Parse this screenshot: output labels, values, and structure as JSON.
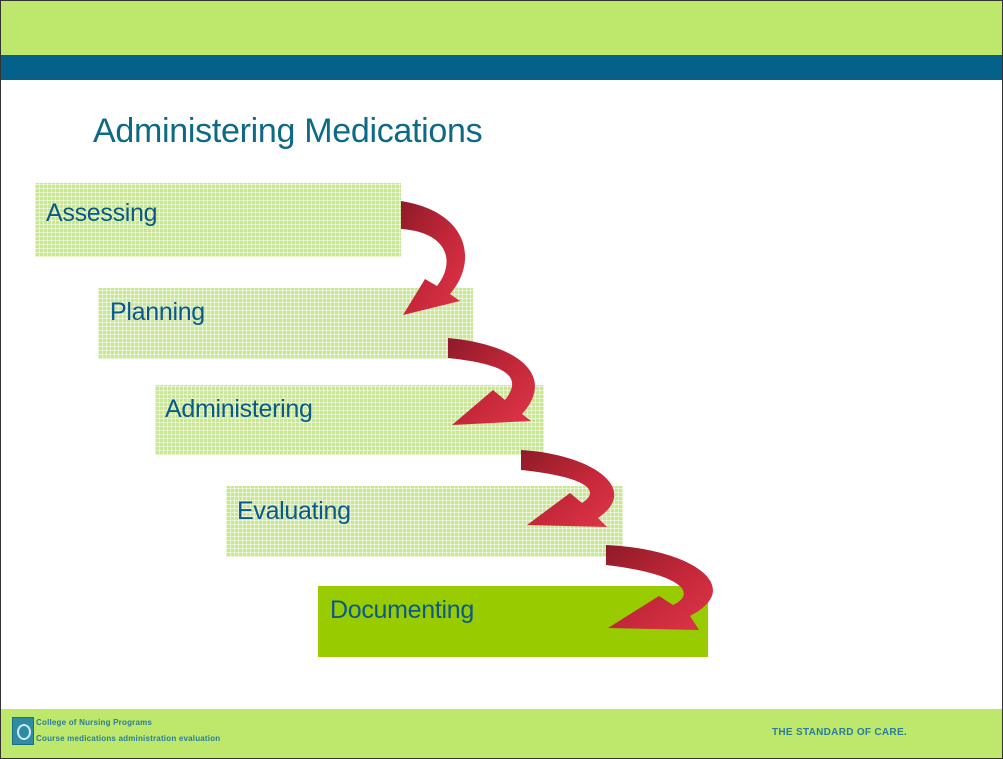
{
  "slide": {
    "title": "Administering Medications",
    "steps": [
      {
        "label": "Assessing"
      },
      {
        "label": "Planning"
      },
      {
        "label": "Administering"
      },
      {
        "label": "Evaluating"
      },
      {
        "label": "Documenting"
      }
    ]
  },
  "footer": {
    "line1": "College of Nursing Programs",
    "line2": "Course medications administration evaluation",
    "tagline": "THE STANDARD OF CARE."
  },
  "colors": {
    "top_band": "#bde86b",
    "header_stripe": "#04628a",
    "title_text": "#0d6a86",
    "step_fill": "#c7e88f",
    "final_step_fill": "#99cc00",
    "arrow_red": "#d02a3a"
  }
}
